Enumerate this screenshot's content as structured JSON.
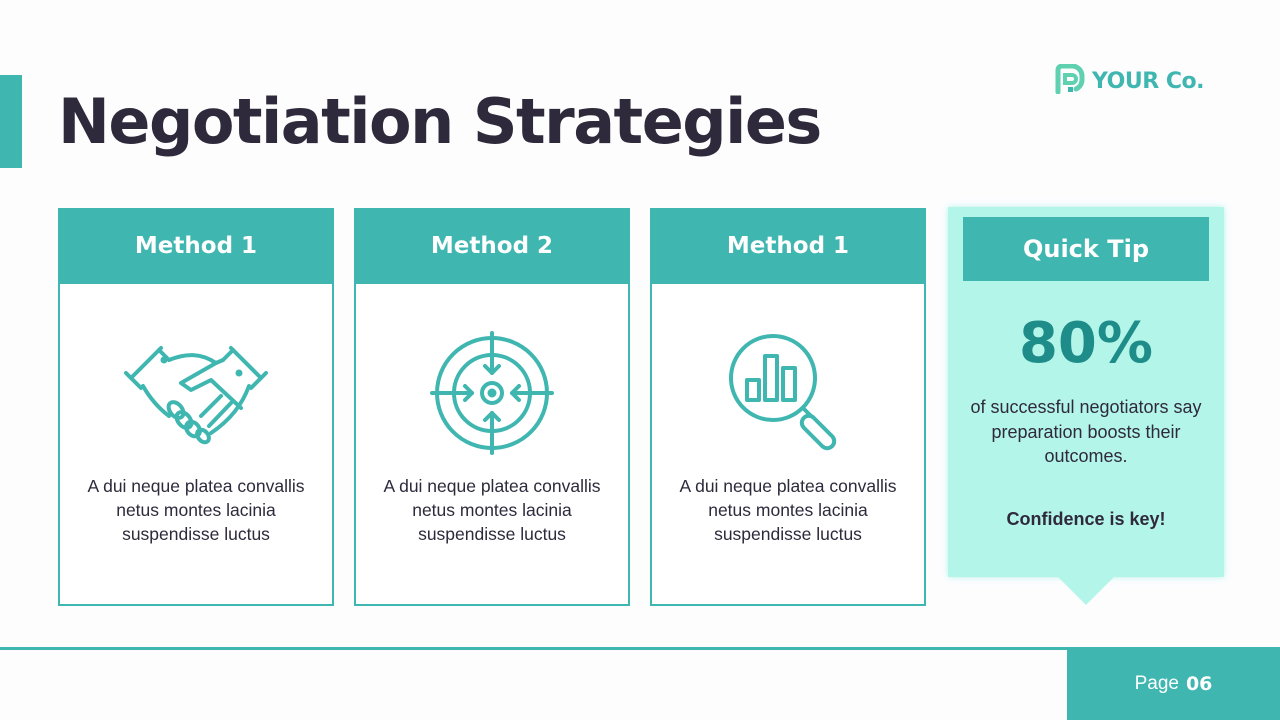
{
  "header": {
    "title": "Negotiation Strategies",
    "logo_text": "YOUR Co."
  },
  "colors": {
    "accent": "#3fb6b0",
    "accent_dark": "#1e8c88",
    "tip_background": "#b4f5ea",
    "title_text": "#2e2a3b"
  },
  "cards": [
    {
      "title": "Method 1",
      "icon": "handshake-icon",
      "body": "A dui neque platea convallis netus montes lacinia suspendisse luctus"
    },
    {
      "title": "Method 2",
      "icon": "target-icon",
      "body": "A dui neque platea convallis netus montes lacinia suspendisse luctus"
    },
    {
      "title": "Method 1",
      "icon": "magnifier-chart-icon",
      "body": "A dui neque platea convallis netus montes lacinia suspendisse luctus"
    }
  ],
  "tip": {
    "title": "Quick Tip",
    "stat": "80%",
    "text": "of successful negotiators say preparation boosts their outcomes.",
    "emphasis": "Confidence is key!"
  },
  "footer": {
    "page_label": "Page",
    "page_number": "06"
  }
}
